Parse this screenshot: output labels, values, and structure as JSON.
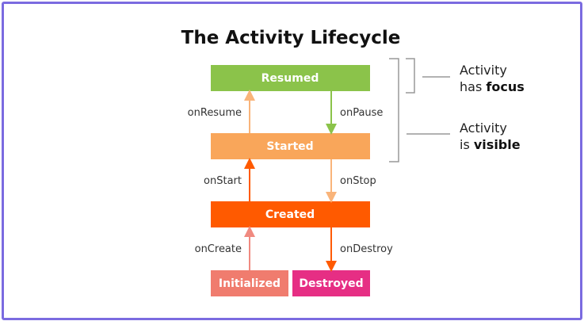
{
  "title": "The Activity Lifecycle",
  "states": {
    "resumed": {
      "label": "Resumed",
      "color": "#8bc34a"
    },
    "started": {
      "label": "Started",
      "color": "#f9a65a"
    },
    "created": {
      "label": "Created",
      "color": "#ff5a00"
    },
    "initialized": {
      "label": "Initialized",
      "color": "#f07c6e"
    },
    "destroyed": {
      "label": "Destroyed",
      "color": "#e62e84"
    }
  },
  "transitions": {
    "on_resume": {
      "label": "onResume",
      "color": "#f9b47a"
    },
    "on_pause": {
      "label": "onPause",
      "color": "#8bc34a"
    },
    "on_start": {
      "label": "onStart",
      "color": "#ff5a00"
    },
    "on_stop": {
      "label": "onStop",
      "color": "#f9b47a"
    },
    "on_create": {
      "label": "onCreate",
      "color": "#f08a80"
    },
    "on_destroy": {
      "label": "onDestroy",
      "color": "#ff5a00"
    }
  },
  "annotations": {
    "focus": {
      "line1": "Activity",
      "line2_prefix": "has ",
      "line2_strong": "focus"
    },
    "visible": {
      "line1": "Activity",
      "line2_prefix": "is ",
      "line2_strong": "visible"
    }
  },
  "colors": {
    "frame": "#7b6be0",
    "bracket": "#999999"
  }
}
